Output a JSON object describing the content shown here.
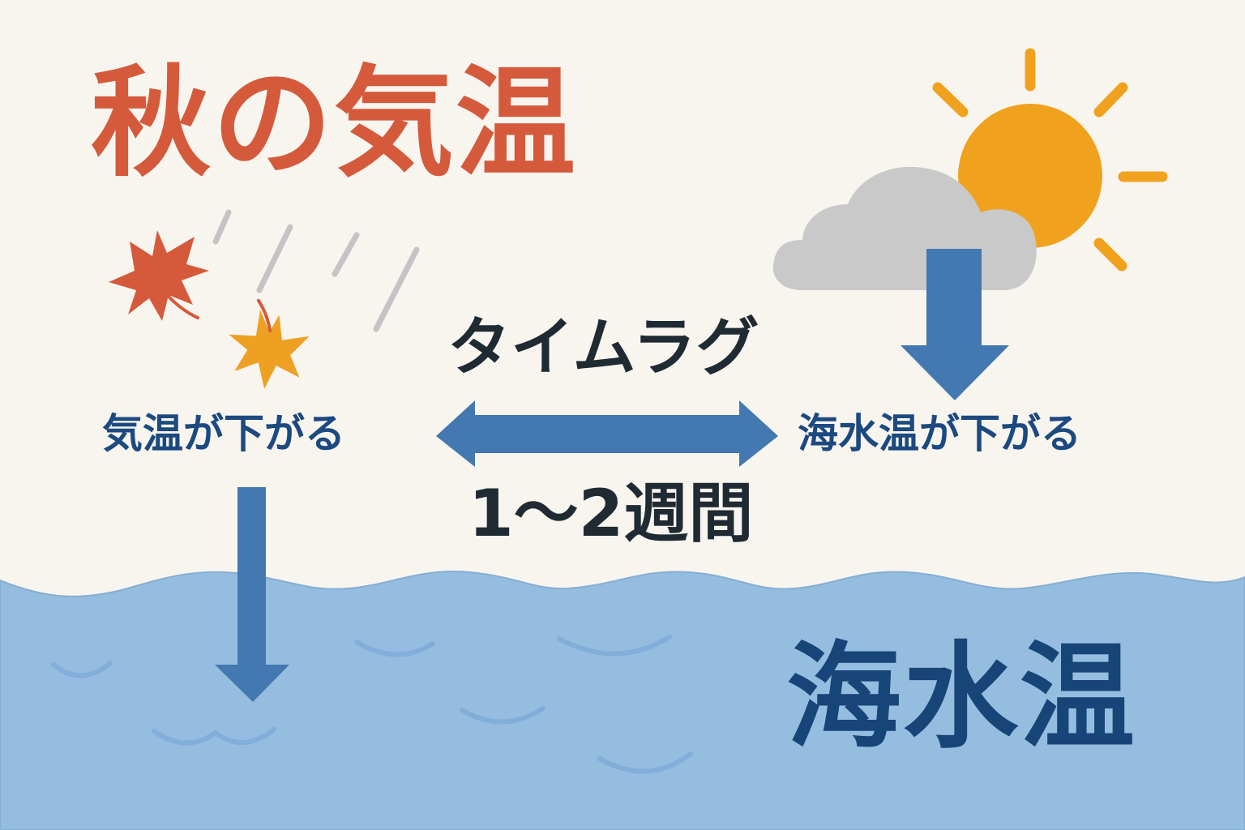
{
  "title": "秋の気温",
  "labels": {
    "air_temp_drop": "気温が下がる",
    "sea_temp_drop": "海水温が下がる",
    "time_lag": "タイムラグ",
    "duration": "1〜2週間",
    "sea_temp": "海水温"
  },
  "icons": {
    "maple_leaf_red": "maple-leaf-icon",
    "maple_leaf_orange": "maple-leaf-icon",
    "rain": "rain-streaks-icon",
    "sun": "sun-icon",
    "cloud": "cloud-icon",
    "arrow_down_cloud": "arrow-down-icon",
    "arrow_down_air": "arrow-down-icon",
    "arrow_double": "double-arrow-icon",
    "sea": "sea-waves-icon"
  },
  "colors": {
    "background": "#f8f5ef",
    "title_red": "#d55a3c",
    "leaf_red": "#d55a3c",
    "leaf_orange": "#eea023",
    "sun": "#f0a21f",
    "cloud": "#c9c9c9",
    "rain": "#c4c4c4",
    "arrow_blue": "#4378b0",
    "label_blue": "#1c4a80",
    "text_dark": "#1f2a33",
    "sea": "#95bde0",
    "sea_ripple": "#7eacd8",
    "sea_title": "#174577"
  }
}
